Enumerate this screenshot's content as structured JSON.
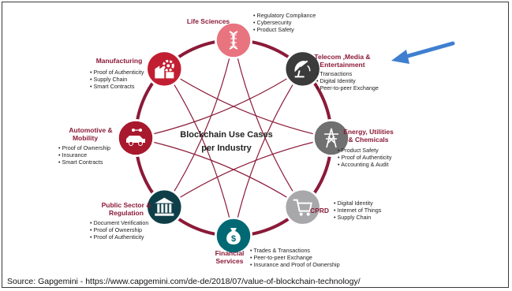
{
  "center_title": [
    "Blockchain Use Cases",
    "per Industry"
  ],
  "colors": {
    "ring": "#8b1a38",
    "label": "#8b1a38",
    "arrow": "#3f7fd0",
    "life_sciences": "#e8747f",
    "telecom": "#3b3b3b",
    "energy": "#707070",
    "cprd": "#a8a8ab",
    "financial": "#006973",
    "public_sector": "#0e3f48",
    "automotive": "#a8192e",
    "manufacturing": "#c21e32"
  },
  "industries": [
    {
      "key": "life_sciences",
      "icon": "dna-icon",
      "title": [
        "Life Sciences"
      ],
      "bullets": [
        "Regulatory Compliance",
        "Cybersecurity",
        "Product Safety"
      ]
    },
    {
      "key": "telecom",
      "icon": "satellite-dish-icon",
      "title": [
        "Telecom ,Media &",
        "Entertainment"
      ],
      "bullets": [
        "Transactions",
        "Digital Identity",
        "Peer-to-peer Exchange"
      ]
    },
    {
      "key": "energy",
      "icon": "power-tower-icon",
      "title": [
        "Energy, Utilities",
        "& Chemicals"
      ],
      "bullets": [
        "Product Safety",
        "Proof of Authenticity",
        "Accounting & Audit"
      ]
    },
    {
      "key": "cprd",
      "icon": "shopping-cart-icon",
      "title": [
        "CPRD"
      ],
      "bullets": [
        "Digital Identity",
        "Internet of Things",
        "Supply Chain"
      ]
    },
    {
      "key": "financial",
      "icon": "money-bag-icon",
      "title": [
        "Financial",
        "Services"
      ],
      "bullets": [
        "Trades & Transactions",
        "Peer-to-peer Exchange",
        "Insurance and Proof of Ownership"
      ]
    },
    {
      "key": "public_sector",
      "icon": "government-building-icon",
      "title": [
        "Public Sector &",
        "Regulation"
      ],
      "bullets": [
        "Document Verification",
        "Proof of Ownership",
        "Proof of Authenticity"
      ]
    },
    {
      "key": "automotive",
      "icon": "connected-car-icon",
      "title": [
        "Automotive &",
        "Mobility"
      ],
      "bullets": [
        "Proof of Ownership",
        "Insurance",
        "Smart Contracts"
      ]
    },
    {
      "key": "manufacturing",
      "icon": "factory-gear-icon",
      "title": [
        "Manufacturing"
      ],
      "bullets": [
        "Proof of Authenticity",
        "Supply Chain",
        "Smart Contracts"
      ]
    }
  ],
  "source": "Source: Gapgemini - https://www.capgemini.com/de-de/2018/07/value-of-blockchain-technology/"
}
